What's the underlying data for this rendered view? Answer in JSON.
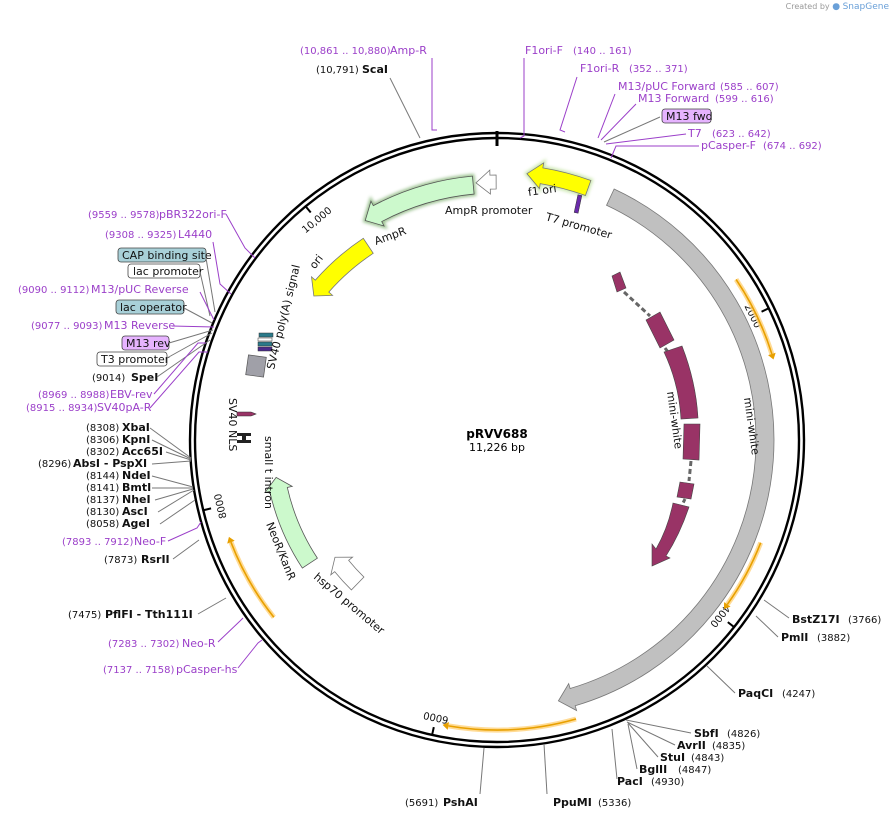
{
  "credit": {
    "prefix": "Created by",
    "brand": "SnapGene"
  },
  "map": {
    "name": "pRVV688",
    "length_label": "11,226 bp",
    "total_bp": 11226
  },
  "ticks": [
    {
      "label": "2000",
      "bp": 2000
    },
    {
      "label": "4000",
      "bp": 4000
    },
    {
      "label": "6000",
      "bp": 6000
    },
    {
      "label": "8000",
      "bp": 8000
    },
    {
      "label": "10,000",
      "bp": 10000
    }
  ],
  "colors": {
    "backbone": "#000000",
    "primer": "#9b3fc9",
    "enzyme_line": "#777777",
    "f1_ori": "#ffff00",
    "ori": "#ffff00",
    "ampr": "#ccf9cc",
    "neo": "#ccf9cc",
    "mini_white": "#c0c0c0",
    "exon": "#993366",
    "promoter": "#ffffff",
    "primer_binding": "#e8a000",
    "cap_site": "#a8d0d8",
    "lac_operator": "#a8d0d8",
    "m13_primer_box": "#e6b3ff"
  },
  "enzymes_top": [
    {
      "name": "ScaI",
      "pos": "(10,791)"
    }
  ],
  "enzymes_left": [
    {
      "name": "SpeI",
      "pos": "(9014)"
    },
    {
      "name": "XbaI",
      "pos": "(8308)"
    },
    {
      "name": "KpnI",
      "pos": "(8306)"
    },
    {
      "name": "Acc65I",
      "pos": "(8302)"
    },
    {
      "name": "AbsI  - PspXI",
      "pos": "(8296)"
    },
    {
      "name": "NdeI",
      "pos": "(8144)"
    },
    {
      "name": "BmtI",
      "pos": "(8141)"
    },
    {
      "name": "NheI",
      "pos": "(8137)"
    },
    {
      "name": "AscI",
      "pos": "(8130)"
    },
    {
      "name": "AgeI",
      "pos": "(8058)"
    },
    {
      "name": "RsrII",
      "pos": "(7873)"
    },
    {
      "name": "PflFI  - Tth111I",
      "pos": "(7475)"
    }
  ],
  "enzymes_right": [
    {
      "name": "BstZ17I",
      "pos": "(3766)"
    },
    {
      "name": "PmlI",
      "pos": "(3882)"
    },
    {
      "name": "PaqCI",
      "pos": "(4247)"
    },
    {
      "name": "SbfI",
      "pos": "(4826)"
    },
    {
      "name": "AvrII",
      "pos": "(4835)"
    },
    {
      "name": "StuI",
      "pos": "(4843)"
    },
    {
      "name": "BglII",
      "pos": "(4847)"
    },
    {
      "name": "PacI",
      "pos": "(4930)"
    }
  ],
  "enzymes_bottom": [
    {
      "name": "PshAI",
      "pos": "(5691)"
    },
    {
      "name": "PpuMI",
      "pos": "(5336)"
    }
  ],
  "primers": [
    {
      "name": "Amp-R",
      "range": "(10,861 .. 10,880)"
    },
    {
      "name": "F1ori-F",
      "range": "(140 .. 161)"
    },
    {
      "name": "F1ori-R",
      "range": "(352 .. 371)"
    },
    {
      "name": "M13/pUC Forward",
      "range": "(585 .. 607)"
    },
    {
      "name": "M13 Forward",
      "range": "(599 .. 616)"
    },
    {
      "name": "M13 fwd",
      "range": ""
    },
    {
      "name": "T7",
      "range": "(623 .. 642)"
    },
    {
      "name": "pCasper-F",
      "range": "(674 .. 692)"
    },
    {
      "name": "pBR322ori-F",
      "range": "(9559 .. 9578)"
    },
    {
      "name": "L4440",
      "range": "(9308 .. 9325)"
    },
    {
      "name": "M13/pUC Reverse",
      "range": "(9090 .. 9112)"
    },
    {
      "name": "M13 Reverse",
      "range": "(9077 .. 9093)"
    },
    {
      "name": "EBV-rev",
      "range": "(8969 .. 8988)"
    },
    {
      "name": "SV40pA-R",
      "range": "(8915 .. 8934)"
    },
    {
      "name": "Neo-F",
      "range": "(7893 .. 7912)"
    },
    {
      "name": "Neo-R",
      "range": "(7283 .. 7302)"
    },
    {
      "name": "pCasper-hs",
      "range": "(7137 .. 7158)"
    }
  ],
  "boxed_features": [
    {
      "name": "CAP binding site",
      "style": "blue"
    },
    {
      "name": "lac promoter",
      "style": "white"
    },
    {
      "name": "lac operator",
      "style": "blue"
    },
    {
      "name": "M13 rev",
      "style": "purple"
    },
    {
      "name": "T3 promoter",
      "style": "white"
    }
  ],
  "features": {
    "f1_ori": "f1 ori",
    "ampr_promoter": "AmpR promoter",
    "ampr": "AmpR",
    "ori": "ori",
    "t7_promoter": "T7 promoter",
    "sv40_polya": "SV40 poly(A) signal",
    "sv40_nls": "SV40 NLS",
    "small_t_intron": "small t intron",
    "neo": "NeoR/KanR",
    "hsp70": "hsp70 promoter",
    "mini_white_outer": "mini-white",
    "mini_white_inner": "mini-white"
  }
}
